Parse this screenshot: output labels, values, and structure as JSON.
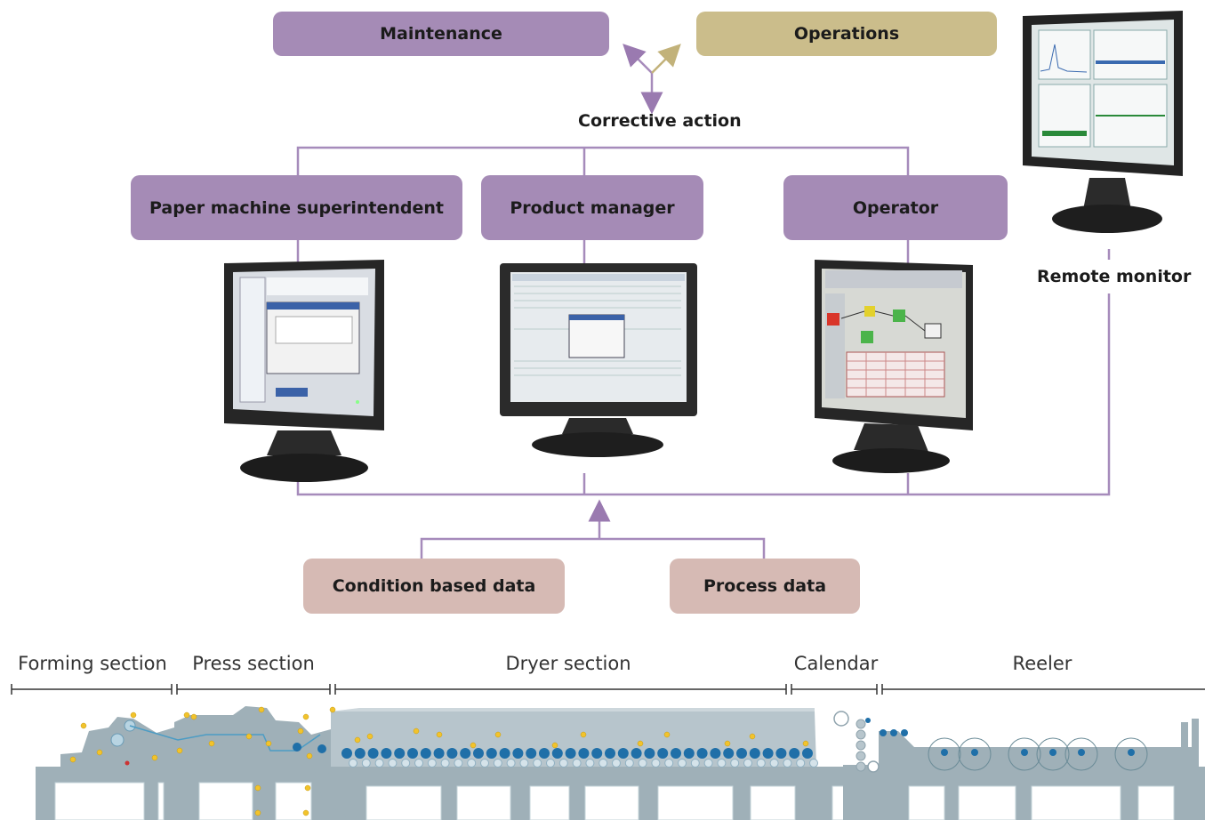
{
  "top": {
    "maintenance": "Maintenance",
    "operations": "Operations",
    "corrective_action": "Corrective action"
  },
  "roles": {
    "superintendent": "Paper machine superintendent",
    "product_manager": "Product manager",
    "operator": "Operator"
  },
  "remote": {
    "label": "Remote monitor"
  },
  "data_sources": {
    "condition": "Condition based data",
    "process": "Process data"
  },
  "sections": {
    "forming": "Forming section",
    "press": "Press section",
    "dryer": "Dryer section",
    "calendar": "Calendar",
    "reeler": "Reeler"
  },
  "colors": {
    "purple": "#a58bb6",
    "gold": "#cbbd8b",
    "rose": "#d6bab4",
    "machine": "#9fb0b8",
    "roll_blue": "#1f6fa8",
    "sensor_yellow": "#f2c32c"
  }
}
